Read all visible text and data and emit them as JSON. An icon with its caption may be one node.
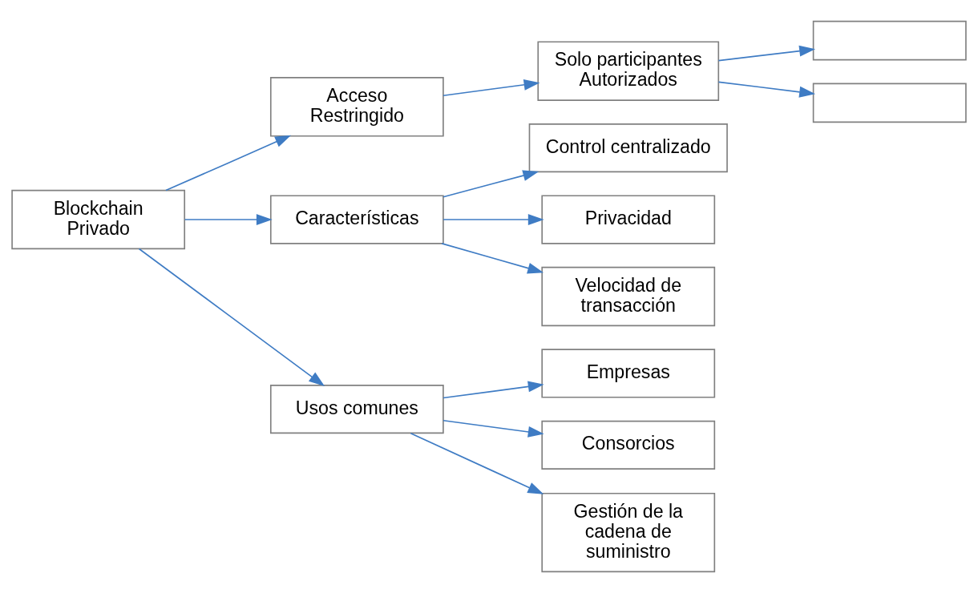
{
  "diagram": {
    "nodes": [
      {
        "text": [
          "Blockchain Privado"
        ]
      },
      {
        "text": [
          "Acceso Restringido"
        ]
      },
      {
        "text": [
          "Características"
        ]
      },
      {
        "text": [
          "Usos comunes"
        ]
      },
      {
        "text": [
          "Solo participantes Autorizados"
        ]
      },
      {
        "text": [],
        "shape": "box"
      },
      {
        "text": [],
        "shape": "box"
      },
      {
        "text": [
          "Control centralizado"
        ]
      },
      {
        "text": [
          "Privacidad"
        ]
      },
      {
        "text": [
          "Velocidad de transacción"
        ]
      },
      {
        "text": [
          "Empresas"
        ]
      },
      {
        "text": [
          "Consorcios"
        ]
      },
      {
        "text": [
          "Gestión de la cadena de suministro"
        ]
      }
    ],
    "edges": [
      {
        "from": 0,
        "to": 1,
        "arrow": "to"
      },
      {
        "from": 0,
        "to": 2,
        "arrow": "to"
      },
      {
        "from": 0,
        "to": 3,
        "arrow": "to"
      },
      {
        "from": 1,
        "to": 4,
        "arrow": "to"
      },
      {
        "from": 4,
        "to": 5,
        "arrow": "to"
      },
      {
        "from": 4,
        "to": 6,
        "arrow": "to"
      },
      {
        "from": 2,
        "to": 7,
        "arrow": "to"
      },
      {
        "from": 2,
        "to": 8,
        "arrow": "to"
      },
      {
        "from": 2,
        "to": 9,
        "arrow": "to"
      },
      {
        "from": 3,
        "to": 10,
        "arrow": "to"
      },
      {
        "from": 3,
        "to": 11,
        "arrow": "to"
      },
      {
        "from": 3,
        "to": 12,
        "arrow": "to"
      }
    ]
  }
}
